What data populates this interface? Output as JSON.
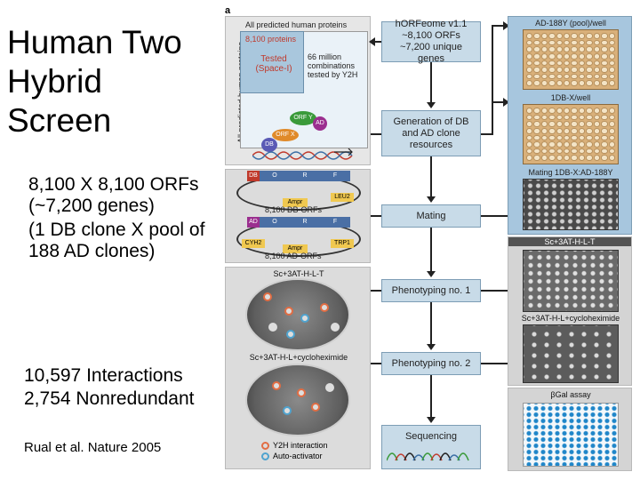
{
  "slide": {
    "title_lines": [
      "Human Two",
      "Hybrid",
      "Screen"
    ],
    "bullet1": "8,100 X 8,100 ORFs (~7,200 genes)",
    "bullet2": "(1 DB clone X pool of 188 AD clones)",
    "stat1": "10,597 Interactions",
    "stat2": "2,754 Nonredundant",
    "citation": "Rual et al. Nature 2005"
  },
  "figure": {
    "panel_letter": "a",
    "space": {
      "top_label": "All predicted human proteins",
      "side_label": "All predicted human proteins",
      "proteins_count": "8,100 proteins",
      "tested_label": "Tested (Space-I)",
      "combinations_text": "66 million combinations tested by Y2H",
      "orf_y": "ORF Y",
      "orf_x": "ORF X",
      "ad": "AD",
      "db": "DB"
    },
    "flow": {
      "horfeome": "hORFeome v1.1 ~8,100 ORFs ~7,200 unique genes",
      "generation": "Generation of DB and AD clone resources",
      "mating": "Mating",
      "phenotyping1": "Phenotyping no. 1",
      "phenotyping2": "Phenotyping no. 2",
      "sequencing": "Sequencing"
    },
    "plasmids": {
      "db_segments": [
        "DB",
        "O",
        "R",
        "F"
      ],
      "db_amp": "Ampr",
      "db_marker": "LEU2",
      "db_count": "8,100 DB-ORFs",
      "ad_segments": [
        "AD",
        "O",
        "R",
        "F"
      ],
      "ad_cyh": "CYH2",
      "ad_amp": "Ampr",
      "ad_marker": "TRP1",
      "ad_count": "8,100 AD-ORFs"
    },
    "plates_left": {
      "top_label": "Sc+3AT-H-L-T",
      "bottom_label": "Sc+3AT-H-L+cycloheximide",
      "legend_y2h": "Y2H interaction",
      "legend_auto": "Auto-activator"
    },
    "right_panel": {
      "ad_label": "AD-188Y (pool)/well",
      "db_label": "1DB-X/well",
      "mating_label": "Mating 1DB-X:AD-188Y",
      "sc_label": "Sc+3AT-H-L-T",
      "cyclo_label": "Sc+3AT-H-L+cycloheximide",
      "bgal_label": "βGal assay"
    },
    "colors": {
      "flow_box": "#c8dbe8",
      "panel_blue": "#a7c6de",
      "plate_tan": "#d9b07a",
      "y2h_ring": "#e26d43",
      "auto_ring": "#4fa3cf"
    }
  }
}
